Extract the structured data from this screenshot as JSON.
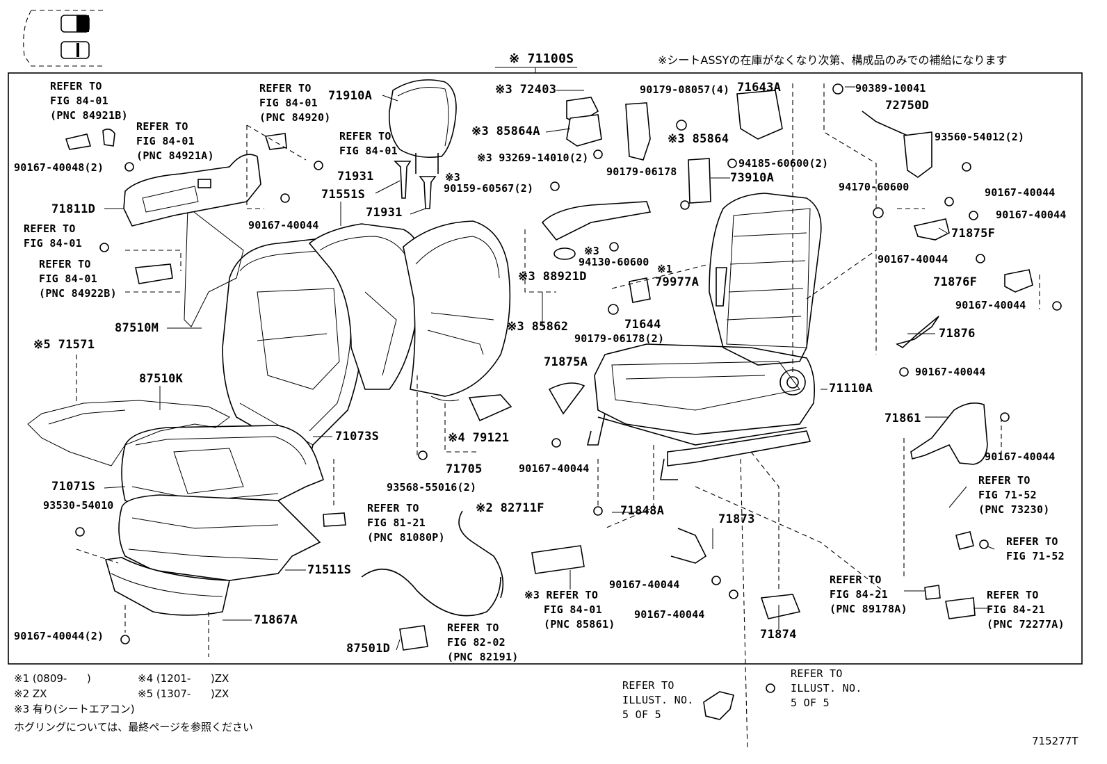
{
  "header": {
    "assembly_code": "※ 71100S",
    "jp_note": "※シートASSYの在庫がなくなり次第、構成品のみでの補給になります"
  },
  "parts": {
    "p71910A": "71910A",
    "p71931a": "71931",
    "p71931b": "71931",
    "p71551S": "71551S",
    "p71811D": "71811D",
    "p90167_40048": "90167-40048(2)",
    "p90167_40044_a": "90167-40044",
    "p87510M": "87510M",
    "p71571": "※5 71571",
    "p87510K": "87510K",
    "p71071S": "71071S",
    "p71073S": "71073S",
    "p93530": "93530-54010",
    "p71511S": "71511S",
    "p71867A": "71867A",
    "p90167_40044_2": "90167-40044(2)",
    "p72403": "※3 72403",
    "p85864A": "※3 85864A",
    "p93269": "※3 93269-14010(2)",
    "p90159": "90159-60567(2)",
    "p90179_08057": "90179-08057(4)",
    "p71643A": "71643A",
    "p85864": "※3 85864",
    "p90179_06178": "90179-06178",
    "p73910A": "73910A",
    "p94130": "94130-60600",
    "p88921D": "※3 88921D",
    "p85862": "※3 85862",
    "p79977A": "79977A",
    "p71644": "71644",
    "p90179_06178_2": "90179-06178(2)",
    "p94185": "94185-60600(2)",
    "p79121": "※4 79121",
    "p71705": "71705",
    "p93568": "93568-55016(2)",
    "p71875A": "71875A",
    "p90167_40044_b": "90167-40044",
    "p71848A": "71848A",
    "p82711F": "※2 82711F",
    "p87501D": "87501D",
    "p71873": "71873",
    "p90167_40044_c": "90167-40044",
    "p90167_40044_d": "90167-40044",
    "p71874": "71874",
    "p71110A": "71110A",
    "p90389": "90389-10041",
    "p72750D": "72750D",
    "p93560": "93560-54012(2)",
    "p94170": "94170-60600",
    "p90167_40044_e": "90167-40044",
    "p90167_40044_f": "90167-40044",
    "p71875F": "71875F",
    "p90167_40044_g": "90167-40044",
    "p71876F": "71876F",
    "p90167_40044_h": "90167-40044",
    "p71876": "71876",
    "p90167_40044_i": "90167-40044",
    "p71861": "71861",
    "p90167_40044_j": "90167-40044"
  },
  "mark_3": "※3",
  "mark_1": "※1",
  "refs": {
    "r1": "REFER TO\nFIG 84-01\n(PNC 84921B)",
    "r2": "REFER TO\nFIG 84-01\n(PNC 84921A)",
    "r3": "REFER TO\nFIG 84-01\n(PNC 84920)",
    "r4": "REFER TO\nFIG 84-01",
    "r5": "REFER TO\nFIG 84-01",
    "r6": "REFER TO\nFIG 84-01\n(PNC 84922B)",
    "r7": "REFER TO\nFIG 81-21\n(PNC 81080P)",
    "r8": "REFER TO\nFIG 82-02\n(PNC 82191)",
    "r9": "※3 REFER TO\n   FIG 84-01\n   (PNC 85861)",
    "r10": "REFER TO\nFIG 71-52\n(PNC 73230)",
    "r11": "REFER TO\nFIG 71-52",
    "r12": "REFER TO\nFIG 84-21\n(PNC 89178A)",
    "r13": "REFER TO\nFIG 84-21\n(PNC 72277A)",
    "r14": "REFER TO\nILLUST. NO.\n5 OF 5",
    "r15": "REFER TO\nILLUST. NO.\n5 OF 5"
  },
  "footnotes": {
    "n1": "※1 (0809-      )",
    "n2": "※2 ZX",
    "n3": "※3 有り(シートエアコン)",
    "n4": "※4 (1201-      )ZX",
    "n5": "※5 (1307-      )ZX",
    "n6": "ホグリングについては、最終ページを参照ください"
  },
  "illustration_id": "715277T"
}
